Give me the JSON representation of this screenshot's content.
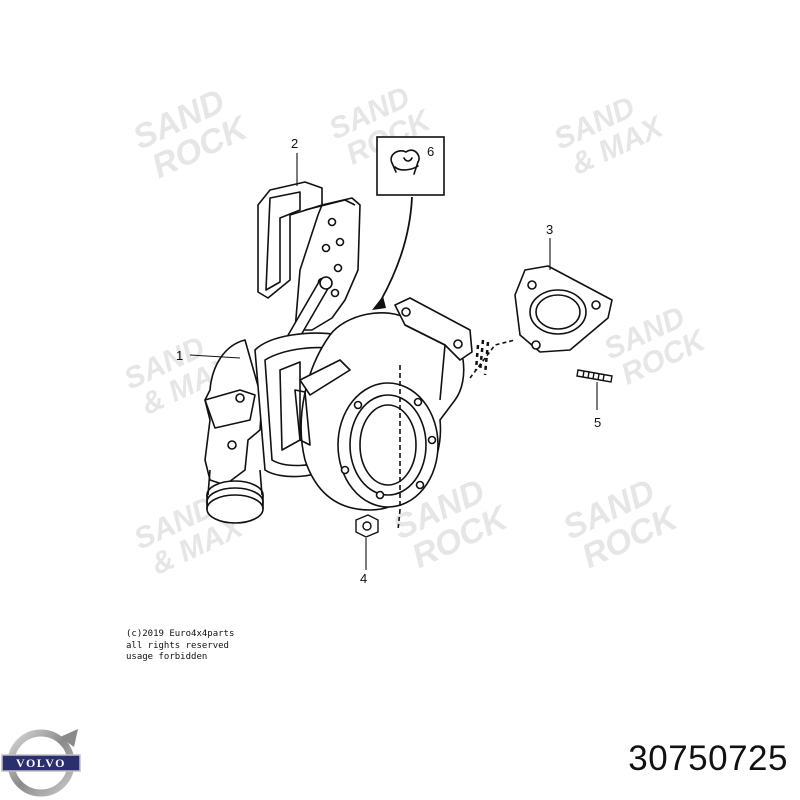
{
  "callouts": {
    "c1": "1",
    "c2": "2",
    "c3": "3",
    "c4": "4",
    "c5": "5",
    "c6": "6"
  },
  "copyright": {
    "line1": "(c)2019 Euro4x4parts",
    "line2": "all rights reserved",
    "line3": "usage forbidden"
  },
  "part_number": "30750725",
  "brand": {
    "logo_text": "VOLVO",
    "logo_color": "#2b2f6e"
  },
  "watermark": {
    "text_lines": [
      "SAND",
      "ROCK",
      "& MAX"
    ],
    "color": "#e8e8e8"
  },
  "icons": {
    "diagram": "turbocharger-exploded-view",
    "clip": "retaining-clip-icon"
  }
}
